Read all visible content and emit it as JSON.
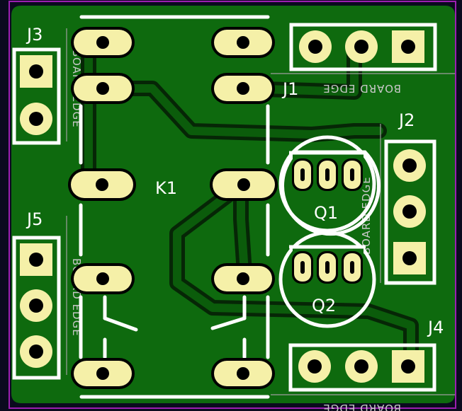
{
  "board": {
    "colors": {
      "background": "#0a0a1e",
      "copper_fill": "#0e6a0e",
      "copper_trace": "#0b4a0b",
      "pad": "#f5f0a8",
      "silkscreen": "#ffffff",
      "edge_label": "#bdbdbd",
      "outline": "#9b1fb0"
    }
  },
  "labels": {
    "j1": "J1",
    "j2": "J2",
    "j3": "J3",
    "j4": "J4",
    "j5": "J5",
    "k1": "K1",
    "q1": "Q1",
    "q2": "Q2",
    "board_edge": "BOARD EDGE"
  }
}
